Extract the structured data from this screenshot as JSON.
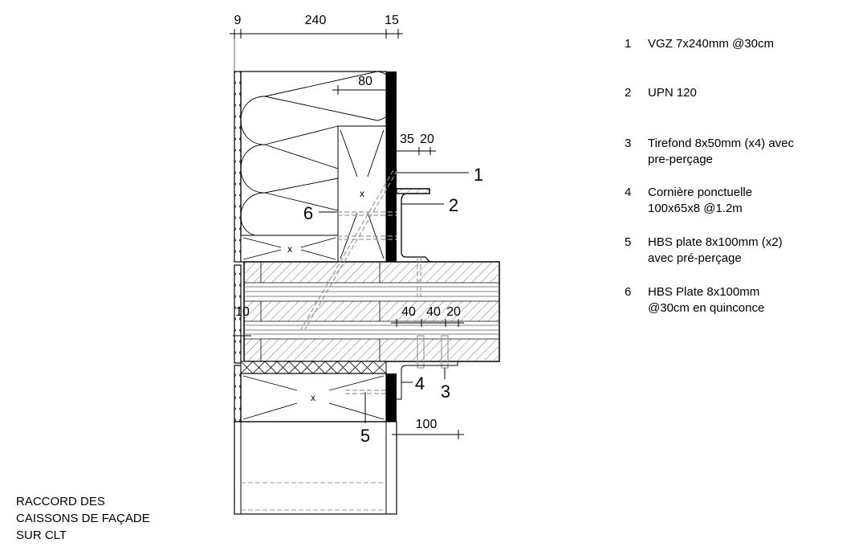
{
  "dimensions": {
    "top": [
      "9",
      "240",
      "15"
    ],
    "insulation_offset": "80",
    "upn_spacing": [
      "35",
      "20"
    ],
    "slab_spacing": [
      "40",
      "40",
      "20"
    ],
    "left_offset": "10",
    "angle_length": "100"
  },
  "callouts": [
    "1",
    "2",
    "3",
    "4",
    "5",
    "6"
  ],
  "legend": [
    {
      "num": "1",
      "lines": [
        "VGZ 7x240mm @30cm"
      ]
    },
    {
      "num": "2",
      "lines": [
        "UPN 120"
      ]
    },
    {
      "num": "3",
      "lines": [
        "Tirefond 8x50mm (x4) avec",
        "pre-perçage"
      ]
    },
    {
      "num": "4",
      "lines": [
        "Cornière ponctuelle",
        "100x65x8 @1.2m"
      ]
    },
    {
      "num": "5",
      "lines": [
        "HBS plate 8x100mm (x2)",
        "avec pré-perçage"
      ]
    },
    {
      "num": "6",
      "lines": [
        "HBS Plate 8x100mm",
        "@30cm en quinconce"
      ]
    }
  ],
  "title": [
    "RACCORD DES",
    "CAISSONS DE FAÇADE",
    "SUR CLT"
  ]
}
